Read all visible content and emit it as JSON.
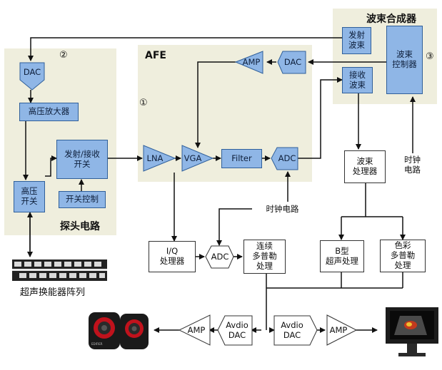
{
  "panels": {
    "probe": {
      "title": "探头电路",
      "num": "②"
    },
    "afe": {
      "title": "AFE",
      "num": "①"
    },
    "beamformer": {
      "title": "波束合成器",
      "num": "③"
    }
  },
  "blocks": {
    "probe_dac": "DAC",
    "hv_amp": "高压放大器",
    "tr_switch": "发射/接收\n开关",
    "hv_switch": "高压\n开关",
    "switch_ctrl": "开关控制",
    "lna": "LNA",
    "vga": "VGA",
    "filter": "Filter",
    "afe_adc": "ADC",
    "afe_amp": "AMP",
    "afe_dac": "DAC",
    "tx_beam": "发射\n波束",
    "rx_beam": "接收\n波束",
    "beam_ctrl": "波束\n控制器",
    "beam_proc": "波束\n处理器",
    "clock_right": "时钟\n电路",
    "clock_mid": "时钟电路",
    "iq_proc": "I/Q\n处理器",
    "adc2": "ADC",
    "cont_doppler": "连续\n多普勒\n处理",
    "b_mode": "B型\n超声处理",
    "color_doppler": "色彩\n多普勒\n处理",
    "amp_left": "AMP",
    "audio_dac_left": "Avdio\nDAC",
    "audio_dac_right": "Avdio\nDAC",
    "amp_right": "AMP"
  },
  "labels": {
    "transducer_array": "超声换能器阵列",
    "speaker_brand": "EDIFIER"
  },
  "colors": {
    "panel_bg": "#efeedd",
    "block_fill": "#8fb6e6",
    "block_border": "#2f5f9a",
    "line": "#111111"
  },
  "icons": {
    "speakers": "speaker-pair-icon",
    "monitor": "ultrasound-monitor-icon",
    "transducer": "transducer-array-icon"
  }
}
